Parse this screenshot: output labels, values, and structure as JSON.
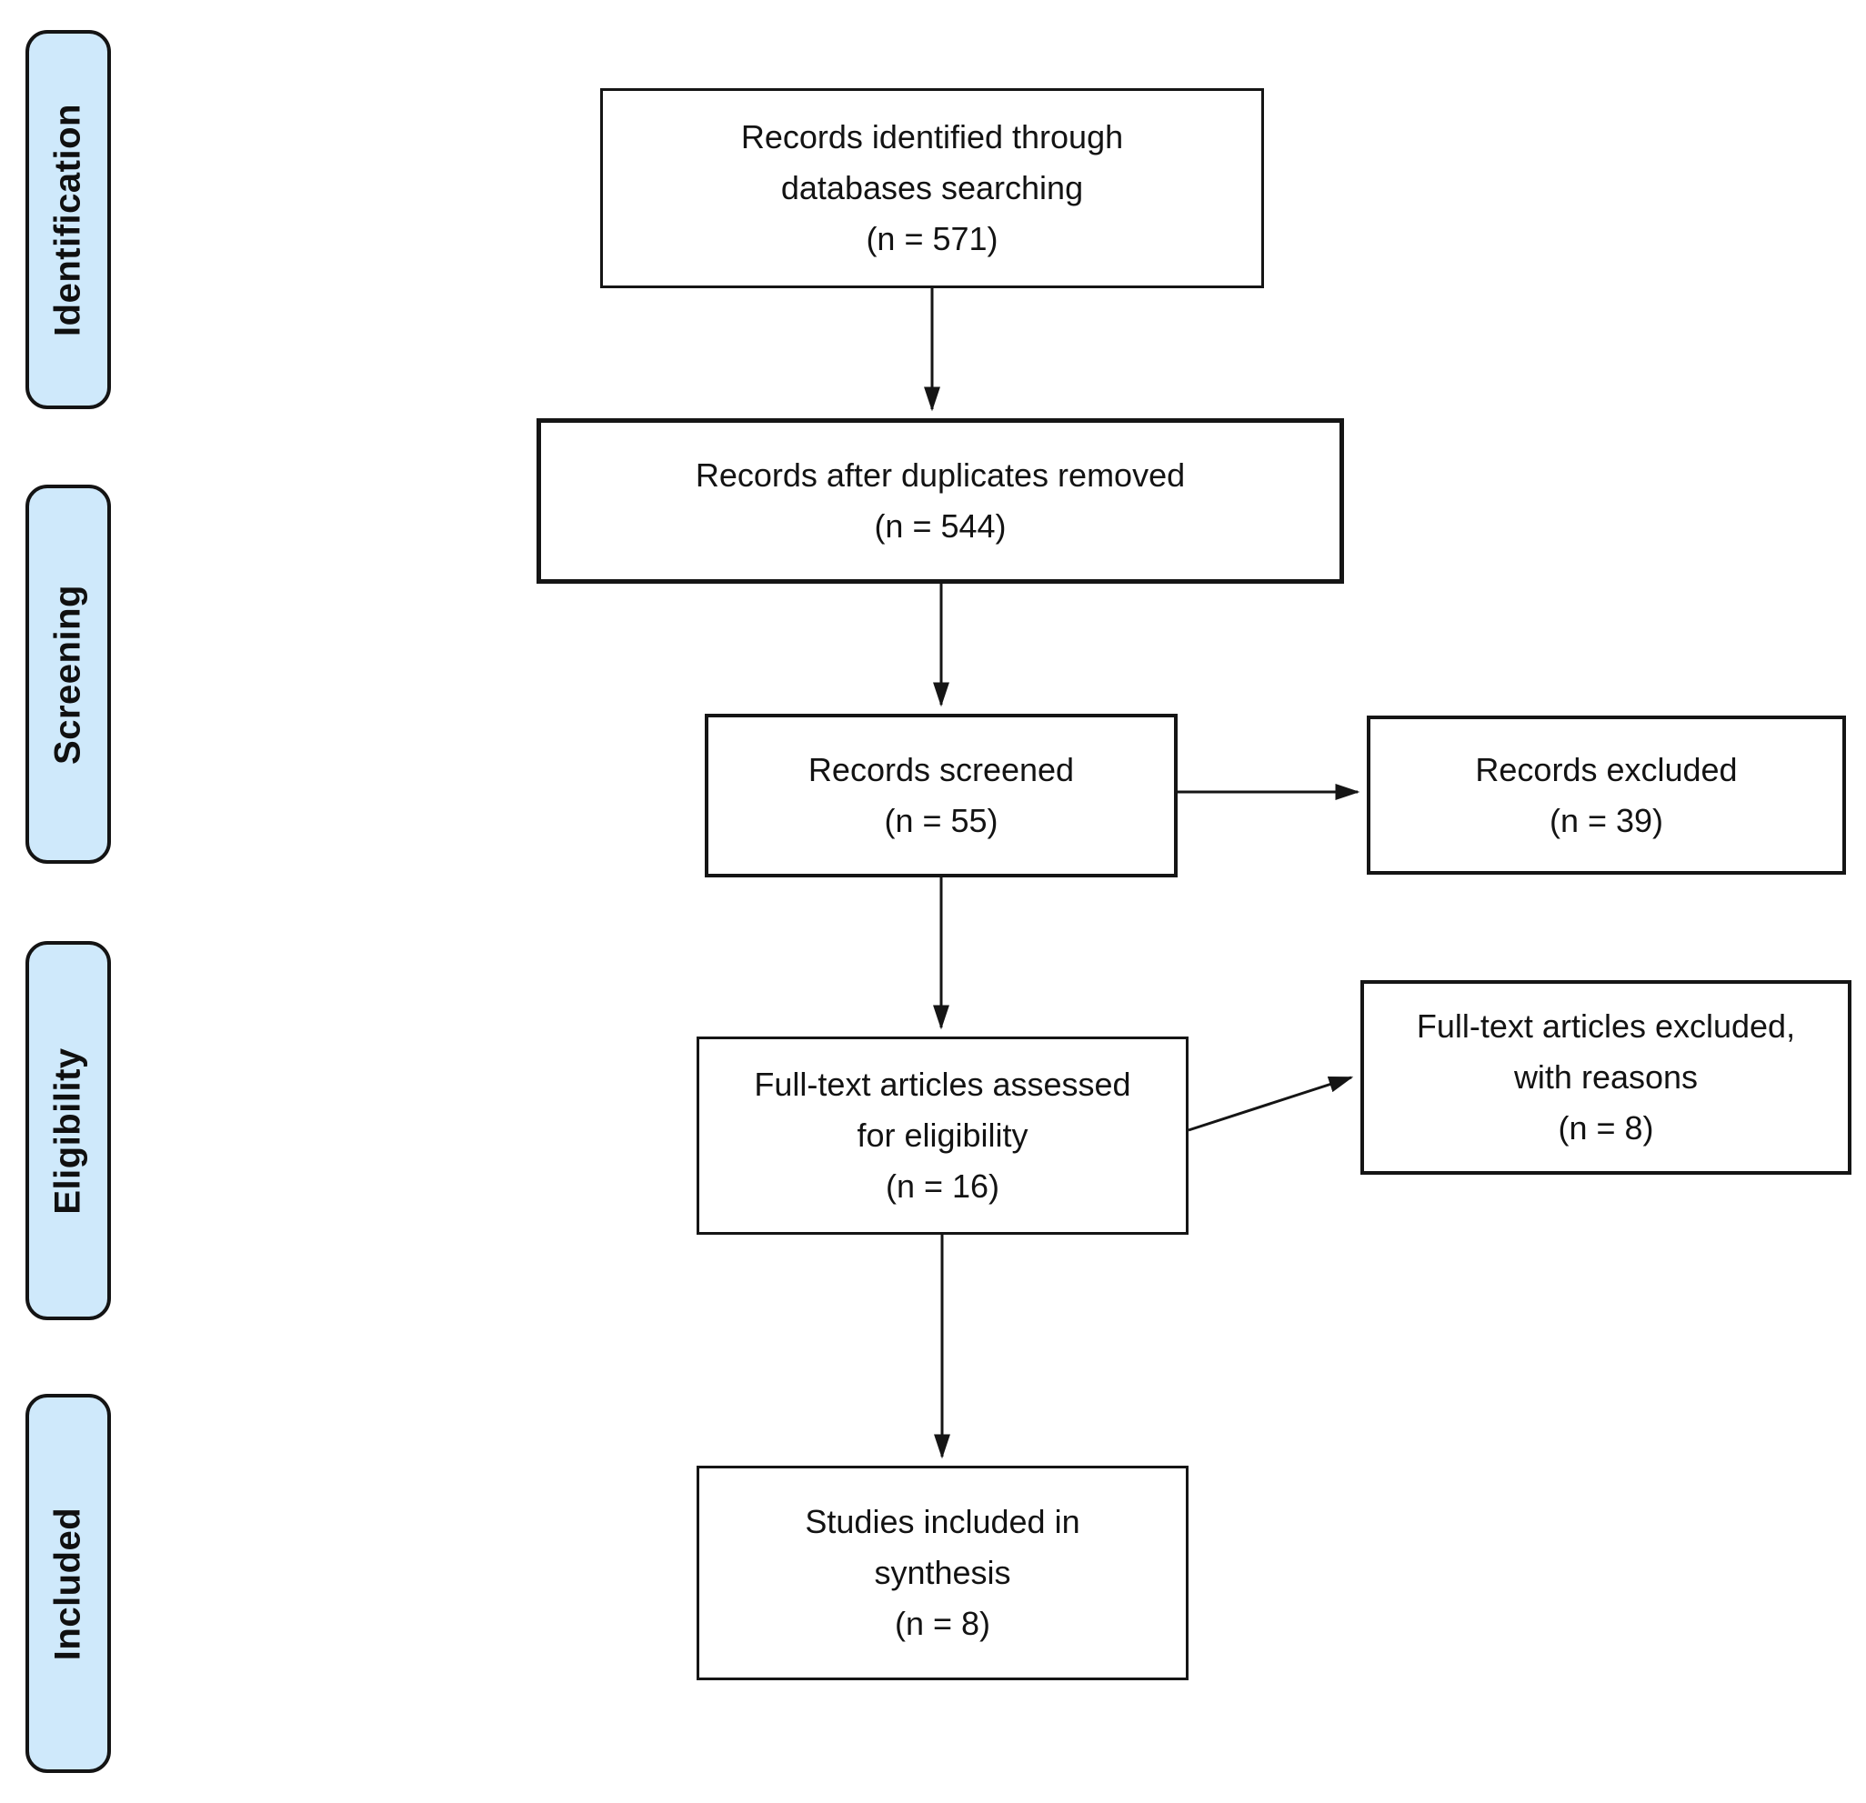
{
  "colors": {
    "stage_fill": "#cfe9fb",
    "stage_border": "#141414",
    "node_fill": "#ffffff",
    "node_border": "#151515",
    "text": "#131313",
    "background": "#ffffff"
  },
  "stages": [
    {
      "label": "Identification"
    },
    {
      "label": "Screening"
    },
    {
      "label": "Eligibility"
    },
    {
      "label": "Included"
    }
  ],
  "boxes": {
    "identified": {
      "text": "Records identified through\ndatabases searching\n(n = 571)",
      "n": 571
    },
    "duplicates_removed": {
      "text": "Records after duplicates removed\n(n = 544)",
      "n": 544
    },
    "screened": {
      "text": "Records screened\n(n = 55)",
      "n": 55
    },
    "records_excluded": {
      "text": "Records excluded\n(n = 39)",
      "n": 39
    },
    "fulltext_assessed": {
      "text": "Full-text articles assessed\nfor eligibility\n(n = 16)",
      "n": 16
    },
    "fulltext_excluded": {
      "text": "Full-text articles excluded,\nwith reasons\n(n = 8)",
      "n": 8
    },
    "included_synthesis": {
      "text": "Studies included in\nsynthesis\n(n = 8)",
      "n": 8
    }
  }
}
